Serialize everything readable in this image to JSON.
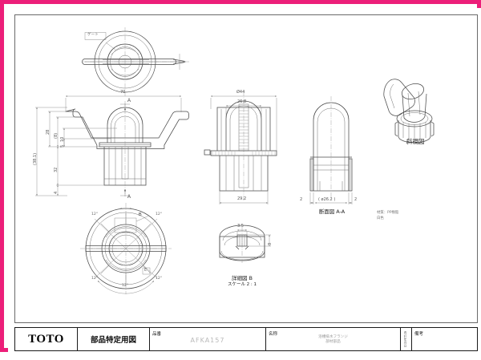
{
  "document": {
    "border_color": "#ec1e79",
    "sheet_background": "#ffffff",
    "line_color": "#555555"
  },
  "title_block": {
    "company": "TOTO",
    "doc_type": "部品特定用図",
    "part_no_label": "品番",
    "part_no_value": "AFKA157",
    "name_label": "名称",
    "name_value_line1": "浴槽排水フランジ",
    "name_value_line2": "部材部品",
    "revision_label": "改訂年月日",
    "remark_label": "備考"
  },
  "notes": {
    "material": "材質：PP樹脂",
    "material_sub": "白色"
  },
  "views": {
    "top": {
      "label": "ゲート",
      "name": "top-view"
    },
    "front": {
      "name": "front-view",
      "section_mark_top": "A",
      "section_mark_bottom": "A",
      "dim_width": "70",
      "dim_total_height": "(38.1)",
      "dim_a": "28",
      "dim_b": "(8)",
      "dim_c": "10",
      "dim_d": "5",
      "dim_e": "32",
      "dim_f": "4"
    },
    "side": {
      "name": "side-view",
      "dim_outer_dia": "Ø44",
      "dim_inner": "26.8",
      "dim_bottom": "29.2"
    },
    "section": {
      "name": "section-view-a-a",
      "label": "断面図 A-A",
      "dim_left": "2",
      "dim_center": "( ø26.2 )",
      "dim_right": "2"
    },
    "bottom": {
      "name": "bottom-view",
      "detail_callout": "B",
      "angle_label_1": "12°",
      "angle_label_2": "12°",
      "angle_label_3": "12°",
      "angle_label_4": "12°",
      "angle_label_bottom": "12°",
      "marker_label": "E"
    },
    "detail_b": {
      "name": "detail-view-b",
      "label_line1": "詳細図 B",
      "label_line2": "スケール 2 : 1",
      "dim_width": "3.5",
      "dim_height": "3"
    },
    "iso": {
      "name": "isometric-view",
      "label": "斜視図"
    }
  }
}
